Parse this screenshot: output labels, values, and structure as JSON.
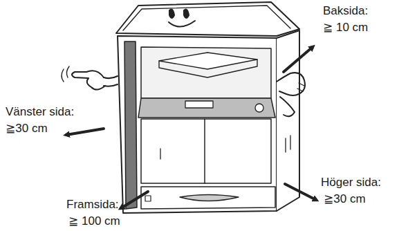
{
  "diagram": {
    "labels": [
      "Baksida:",
      "≧ 10 cm",
      "Vänster sida:",
      "≧30 cm",
      "Höger sida:",
      "≧30 cm",
      "Framsida:",
      "≧ 100 cm"
    ]
  }
}
